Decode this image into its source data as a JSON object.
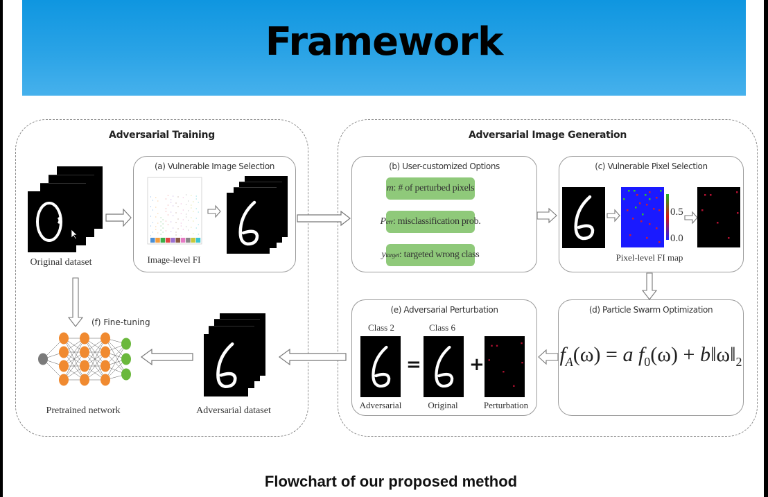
{
  "banner": {
    "title": "Framework",
    "gradient_top": "#0f96e0",
    "gradient_bottom": "#46b1ec"
  },
  "groups": {
    "adversarial_training": {
      "title": "Adversarial Training"
    },
    "adversarial_image_generation": {
      "title": "Adversarial Image Generation"
    }
  },
  "original_dataset": {
    "label": "Original dataset",
    "digit": "0"
  },
  "panel_a": {
    "title": "(a) Vulnerable Image Selection",
    "plot_label": "Image-level FI",
    "output_digit": "6"
  },
  "panel_b": {
    "title": "(b) User-customized Options",
    "options": [
      {
        "symbol": "m",
        "subscript": "",
        "text": ": # of perturbed pixels"
      },
      {
        "symbol": "P",
        "subscript": "err",
        "text": ": misclassification prob."
      },
      {
        "symbol": "y",
        "subscript": "target",
        "text": ": targeted wrong class"
      }
    ],
    "option_color": "#8fc97a"
  },
  "panel_c": {
    "title": "(c) Vulnerable Pixel Selection",
    "map_label": "Pixel-level FI map",
    "colorbar_ticks": [
      "0.5",
      "0.0"
    ],
    "map_color": "#1a1aff"
  },
  "panel_d": {
    "title": "(d) Particle Swarm Optimization",
    "formula": {
      "lhs_f": "f",
      "lhs_sub": "A",
      "lhs_arg": "(ω)",
      "eq": " = ",
      "a": "a",
      "f0": "f",
      "f0_sub": "0",
      "f0_arg": "(ω)",
      "plus": " + ",
      "b": "b",
      "norm": "‖ω‖",
      "norm_sub": "2"
    }
  },
  "panel_e": {
    "title": "(e) Adversarial Perturbation",
    "items": [
      {
        "class_label": "Class 2",
        "caption": "Adversarial"
      },
      {
        "class_label": "Class 6",
        "caption": "Original"
      },
      {
        "class_label": "",
        "caption": "Perturbation"
      }
    ],
    "equals": "=",
    "plus": "+"
  },
  "panel_f": {
    "title": "(f) Fine-tuning",
    "network_label": "Pretrained network",
    "node_colors": {
      "input": "#7a7a7a",
      "hidden": "#f08a30",
      "output": "#6ab83c"
    }
  },
  "adversarial_dataset": {
    "label": "Adversarial dataset",
    "digit": "6"
  },
  "caption": "Flowchart of our proposed method"
}
